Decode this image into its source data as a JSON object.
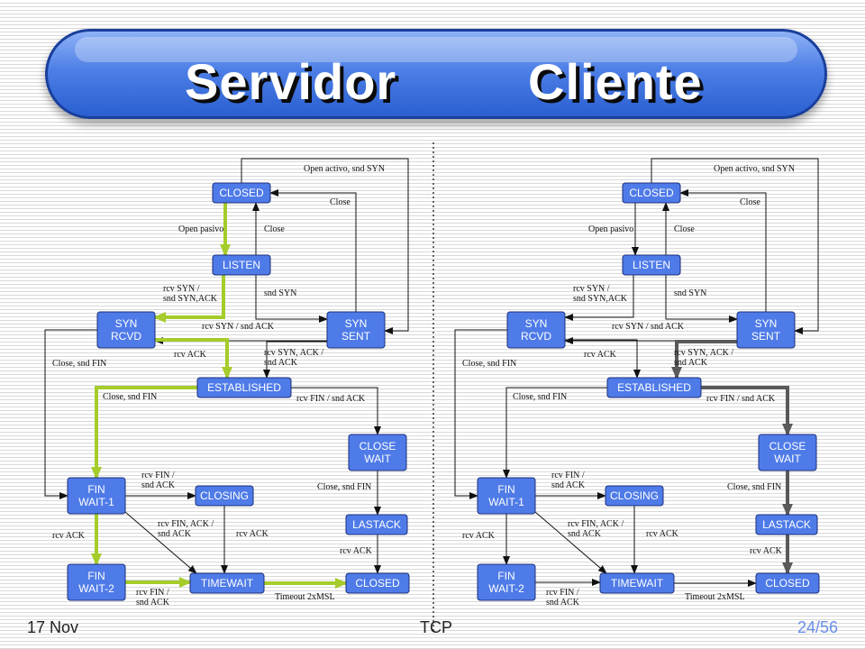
{
  "slide": {
    "title_left": "Servidor",
    "title_right": "Cliente"
  },
  "footer": {
    "date": "17 Nov",
    "center": "TCP",
    "page": "24/56"
  },
  "colors": {
    "state_fill": "#4f7be8",
    "server_path": "#a5cc2a",
    "client_path": "#595959"
  },
  "diagram": {
    "states": {
      "closed_top": "CLOSED",
      "listen": "LISTEN",
      "syn_rcvd": "SYN\nRCVD",
      "syn_sent": "SYN\nSENT",
      "established": "ESTABLISHED",
      "close_wait": "CLOSE\nWAIT",
      "fin_wait_1": "FIN\nWAIT-1",
      "closing": "CLOSING",
      "last_ack": "LASTACK",
      "fin_wait_2": "FIN\nWAIT-2",
      "time_wait": "TIMEWAIT",
      "closed_bottom": "CLOSED"
    },
    "labels": {
      "open_activo": "Open activo, snd SYN",
      "close_top": "Close",
      "open_pasivo": "Open pasivo",
      "close_listen": "Close",
      "rcv_syn_snd_synack": "rcv SYN /\nsnd SYN,ACK",
      "snd_syn": "snd SYN",
      "rcv_syn_snd_ack": "rcv SYN / snd ACK",
      "rcv_ack": "rcv ACK",
      "rcv_synack_snd_ack": "rcv SYN, ACK /\nsnd ACK",
      "close_snd_fin_left": "Close, snd FIN",
      "close_snd_fin_est": "Close, snd FIN",
      "rcv_fin_snd_ack_est": "rcv FIN / snd ACK",
      "rcv_fin_snd_ack_fw1": "rcv FIN /\nsnd ACK",
      "close_snd_fin_cw": "Close, snd FIN",
      "rcv_ack_fw1": "rcv ACK",
      "rcv_fin_ack_snd_ack": "rcv FIN, ACK /\nsnd ACK",
      "rcv_ack_closing": "rcv ACK",
      "rcv_ack_lastack": "rcv ACK",
      "rcv_fin_snd_ack_fw2": "rcv FIN /\nsnd ACK",
      "timeout": "Timeout 2xMSL"
    }
  }
}
